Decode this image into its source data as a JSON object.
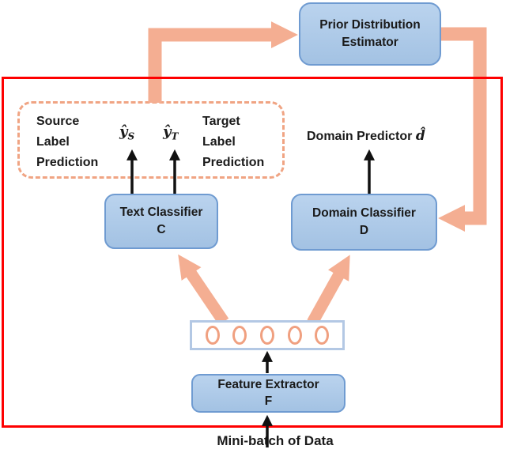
{
  "diagram": {
    "boxes": {
      "prior_estimator": {
        "label": "Prior Distribution\nEstimator"
      },
      "text_classifier": {
        "label": "Text Classifier\nC"
      },
      "domain_classifier": {
        "label": "Domain Classifier\nD"
      },
      "feature_extractor": {
        "label": "Feature Extractor\nF"
      }
    },
    "labels": {
      "source_prediction": "Source\nLabel\nPrediction",
      "target_prediction": "Target\nLabel\nPrediction",
      "y_hat_source": "ŷ",
      "y_hat_source_sub": "S",
      "y_hat_target": "ŷ",
      "y_hat_target_sub": "T",
      "domain_predictor_prefix": "Domain Predictor ",
      "domain_predictor_symbol": "d̂",
      "minibatch": "Mini-batch of Data"
    },
    "feature_layer": {
      "unit_count": 5
    },
    "colors": {
      "box_fill_top": "#bad3ee",
      "box_fill_bottom": "#a3c2e3",
      "box_border": "#6f9bd1",
      "arrow_salmon": "#f4ae92",
      "dashed_border": "#f0a483",
      "frame_red": "#fe0000",
      "node_ring": "#f0a080",
      "feature_box_border": "#b3c8e4"
    }
  }
}
